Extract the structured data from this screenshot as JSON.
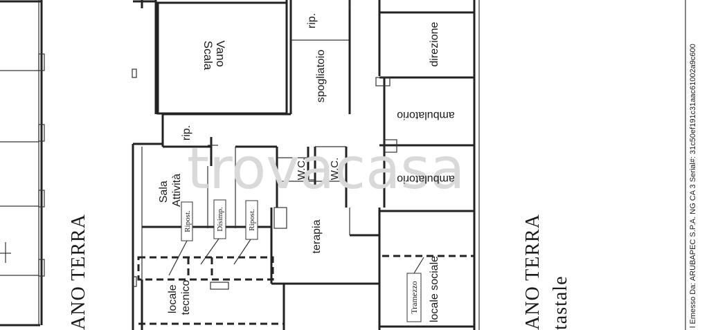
{
  "rooms": {
    "vano_scala": "Vano\nScala",
    "rip_top": "rip.",
    "spogliatoio": "spogliatoio",
    "direzione": "direzione",
    "ambulatorio_1": "ambulatorio",
    "ambulatorio_2": "ambulatorio",
    "rip_mid": "rip.",
    "wc_1": "W.C.",
    "wc_2": "W.C.",
    "sala_attivita": "Sala\nAttività",
    "ripost_1": "Ripost.",
    "disimp": "Disimp.",
    "ripost_2": "Ripost.",
    "terapia": "terapia",
    "locale_tecnico": "locale\ntecnico",
    "locale_sociale": "locale sociale",
    "tramezzo": "Tramezzo"
  },
  "titles": {
    "left_floor": "ANO  TERRA",
    "right_floor": "ANO  TERRA",
    "right_sub": "tastale"
  },
  "stamp": "l Emesso Da: ARUBAPEC S.P.A. NG CA 3 Serial#: 31c50ef191c31aac61002a9c600",
  "watermark": "trovacasa"
}
